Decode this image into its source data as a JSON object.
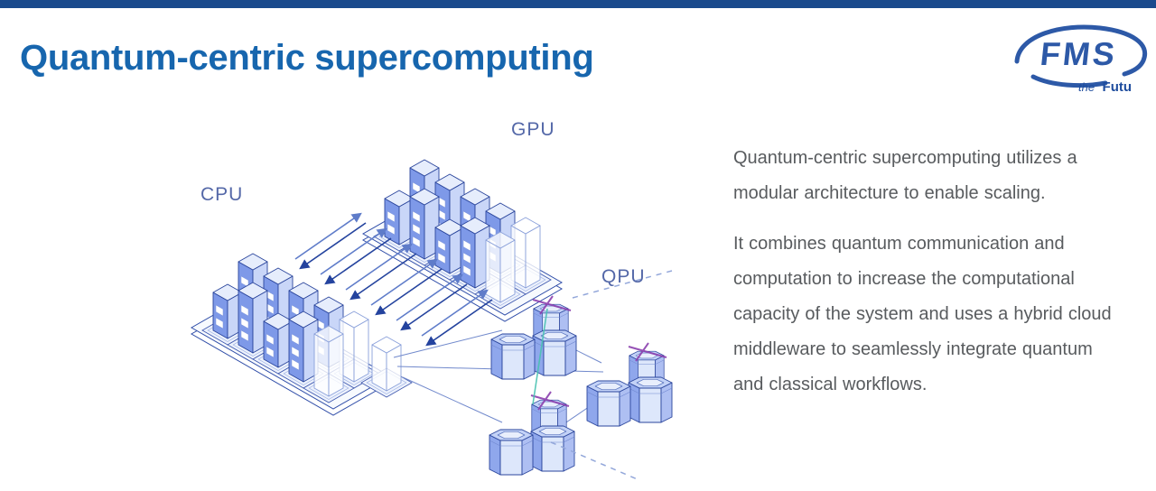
{
  "slide": {
    "title": "Quantum-centric supercomputing"
  },
  "logo": {
    "brand": "FMS",
    "tagline_the": "the",
    "tagline_rest": "Futu"
  },
  "diagram": {
    "cpu_label": "CPU",
    "gpu_label": "GPU",
    "qpu_label": "QPU"
  },
  "body": {
    "paragraphs": {
      "p1": "Quantum-centric supercomputing utilizes a modular architecture to enable scaling.",
      "p2": "It combines quantum communication and computation to increase the computational capacity of the system and uses a hybrid cloud middleware to seamlessly integrate quantum and classical workflows."
    }
  },
  "colors": {
    "top_bar": "#1a4a8c",
    "title": "#1766ae",
    "diagram_label": "#5468a8",
    "body_text": "#585b5e",
    "logo_navy": "#2d59a7",
    "arrow_dark": "#24439e",
    "arrow_light": "#5f7cc9",
    "server_face": "#7e99e8",
    "teal_link": "#49c2b1",
    "coupler_purple": "#8b3fae"
  }
}
